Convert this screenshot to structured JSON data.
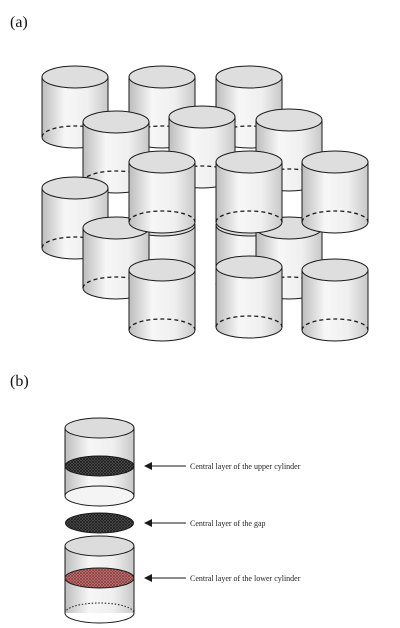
{
  "panels": {
    "a": {
      "label": "(a)"
    },
    "b": {
      "label": "(b)"
    }
  },
  "annotations": [
    {
      "id": "upper",
      "text": "Central layer of the upper cylinder"
    },
    {
      "id": "gap",
      "text": "Central layer of the gap"
    },
    {
      "id": "lower",
      "text": "Central layer of the lower cylinder"
    }
  ],
  "colors": {
    "outline": "#1a1a1a",
    "cylinder_light": "#f4f4f4",
    "cylinder_shade": "#bdbdbd",
    "top_fill": "#dadada",
    "mesh_dark": "#3b3b3b",
    "mesh_red": "#b86b6b"
  }
}
